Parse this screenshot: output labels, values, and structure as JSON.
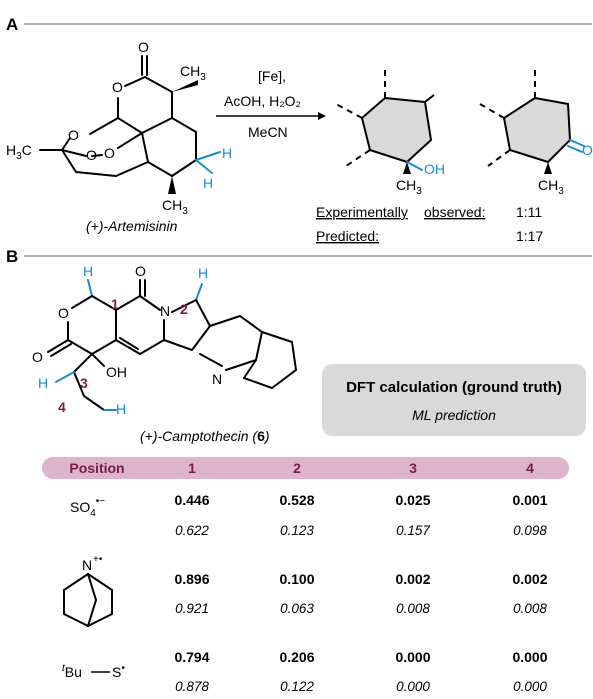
{
  "panelA": {
    "label": "A",
    "substrate_name": "(+)-Artemisinin",
    "reagents": [
      "[Fe],",
      "AcOH, H₂O₂",
      "MeCN"
    ],
    "experimental_label": "Experimentally",
    "observed_label": "observed:",
    "experimental_ratio": "1:11",
    "predicted_label": "Predicted:",
    "predicted_ratio": "1:17",
    "product_oh": "OH",
    "product_ch3": "CH₃",
    "product_o": "O"
  },
  "panelB": {
    "label": "B",
    "compound_name": "(+)-Camptothecin (",
    "compound_number": "6",
    "compound_close": ")",
    "legend_bold": "DFT calculation (ground truth)",
    "legend_italic": "ML prediction",
    "table": {
      "headers": [
        "Position",
        "1",
        "2",
        "3",
        "4"
      ],
      "rows": [
        {
          "reagent": "SO4•−",
          "dft": [
            "0.446",
            "0.528",
            "0.025",
            "0.001"
          ],
          "ml": [
            "0.622",
            "0.123",
            "0.157",
            "0.098"
          ]
        },
        {
          "reagent": "quinuclidine radical cation",
          "dft": [
            "0.896",
            "0.100",
            "0.002",
            "0.002"
          ],
          "ml": [
            "0.921",
            "0.063",
            "0.008",
            "0.008"
          ]
        },
        {
          "reagent": "tBu—S•",
          "dft": [
            "0.794",
            "0.206",
            "0.000",
            "0.000"
          ],
          "ml": [
            "0.878",
            "0.122",
            "0.000",
            "0.000"
          ]
        }
      ]
    }
  },
  "colors": {
    "accent_blue": "#1a8ccc",
    "position_purple": "#7a1b4b",
    "header_pink": "#dcb5cc",
    "legend_gray": "#d9d9d9"
  }
}
